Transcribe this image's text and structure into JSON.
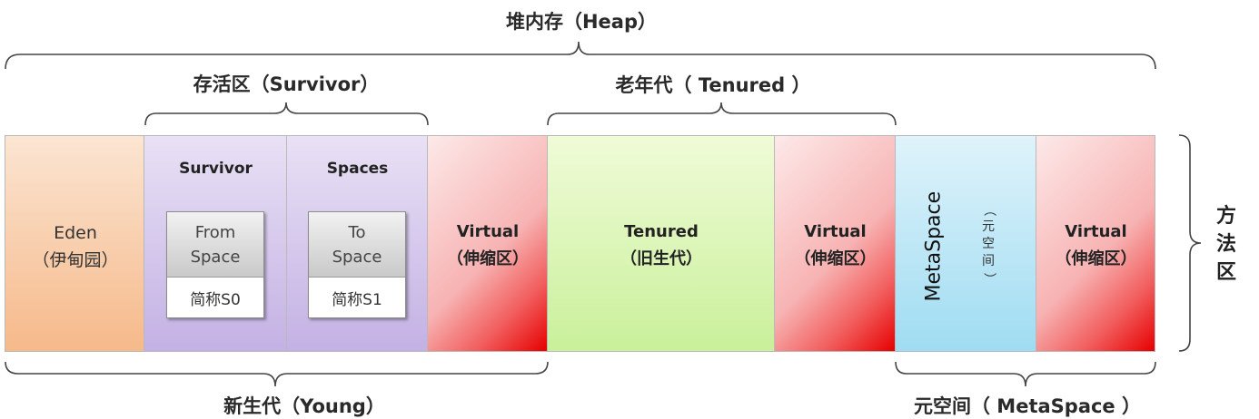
{
  "labels": {
    "heap": "堆内存（Heap）",
    "survivor_area": "存活区（Survivor）",
    "tenured_area": "老年代（ Tenured ）",
    "young": "新生代（Young）",
    "metaspace_area": "元空间（ MetaSpace ）",
    "method_area": [
      "方",
      "法",
      "区"
    ]
  },
  "blocks": {
    "eden": {
      "line1": "Eden",
      "line2": "（伊甸园）"
    },
    "survivor_header_left": "Survivor",
    "survivor_header_right": "Spaces",
    "from_space": {
      "line1": "From",
      "line2": "Space",
      "alias": "简称S0"
    },
    "to_space": {
      "line1": "To",
      "line2": "Space",
      "alias": "简称S1"
    },
    "virtual": {
      "line1": "Virtual",
      "line2": "（伸缩区）"
    },
    "tenured": {
      "line1": "Tenured",
      "line2": "（旧生代）"
    },
    "metaspace": {
      "name": "MetaSpace",
      "sub": [
        "（",
        "元",
        "空",
        "间",
        "）"
      ]
    }
  },
  "colors": {
    "eden": "#f6b98a",
    "survivor": "#c3b1e4",
    "virtual": "#e60000",
    "tenured": "#c9f09a",
    "metaspace": "#9fdcf2"
  }
}
